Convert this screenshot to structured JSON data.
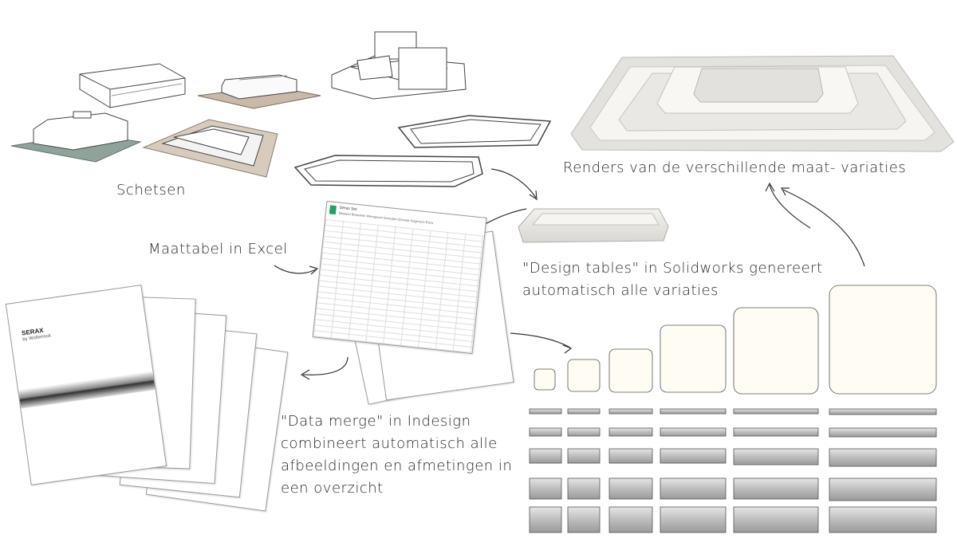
{
  "labels": {
    "sketches": "Schetsen",
    "renders": "Renders van de verschillende maat- variaties",
    "excel": "Maattabel in Excel",
    "design_tables_line1": "\"Design tables\" in Solidworks genereert",
    "design_tables_line2": "automatisch alle variaties",
    "data_merge_line1": "\"Data merge\" in Indesign",
    "data_merge_line2": "combineert automatisch alle",
    "data_merge_line3": "afbeeldingen en afmetingen in",
    "data_merge_line4": "een overzicht"
  },
  "booklet": {
    "brand": "SERAX",
    "sub": "by Wolterinck"
  },
  "spreadsheet": {
    "title": "Serax Set",
    "menu": "Bestand  Bewerken  Weergeven  Invoegen  Opmaak  Gegevens  Extra"
  }
}
